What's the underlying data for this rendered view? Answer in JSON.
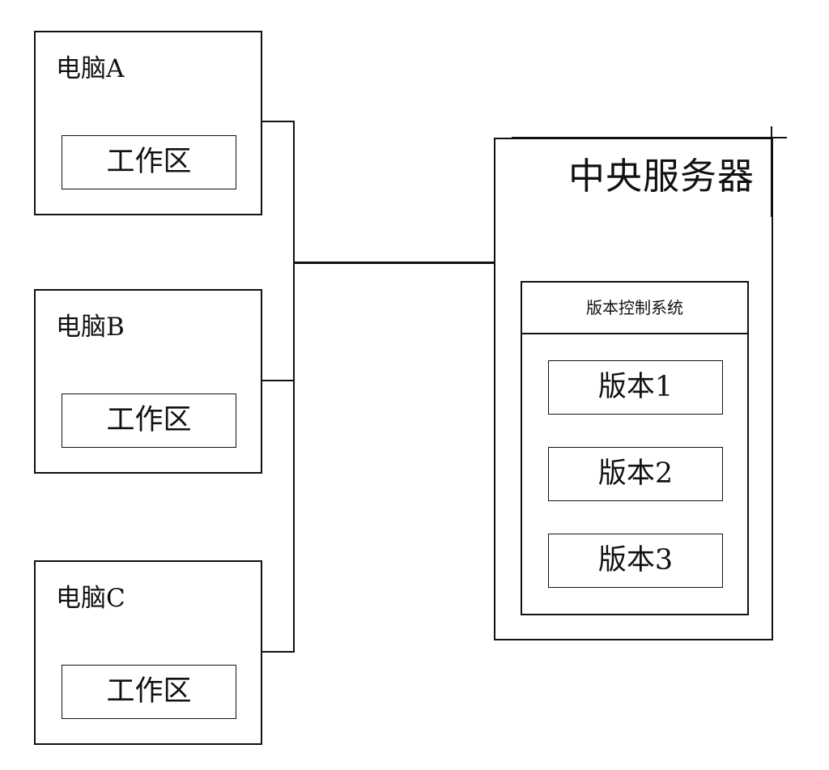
{
  "computers": [
    {
      "label": "电脑A",
      "workspace_label": "工作区"
    },
    {
      "label": "电脑B",
      "workspace_label": "工作区"
    },
    {
      "label": "电脑C",
      "workspace_label": "工作区"
    }
  ],
  "server": {
    "title": "中央服务器",
    "version_control": {
      "title": "版本控制系统",
      "versions": [
        "版本1",
        "版本2",
        "版本3"
      ]
    }
  }
}
